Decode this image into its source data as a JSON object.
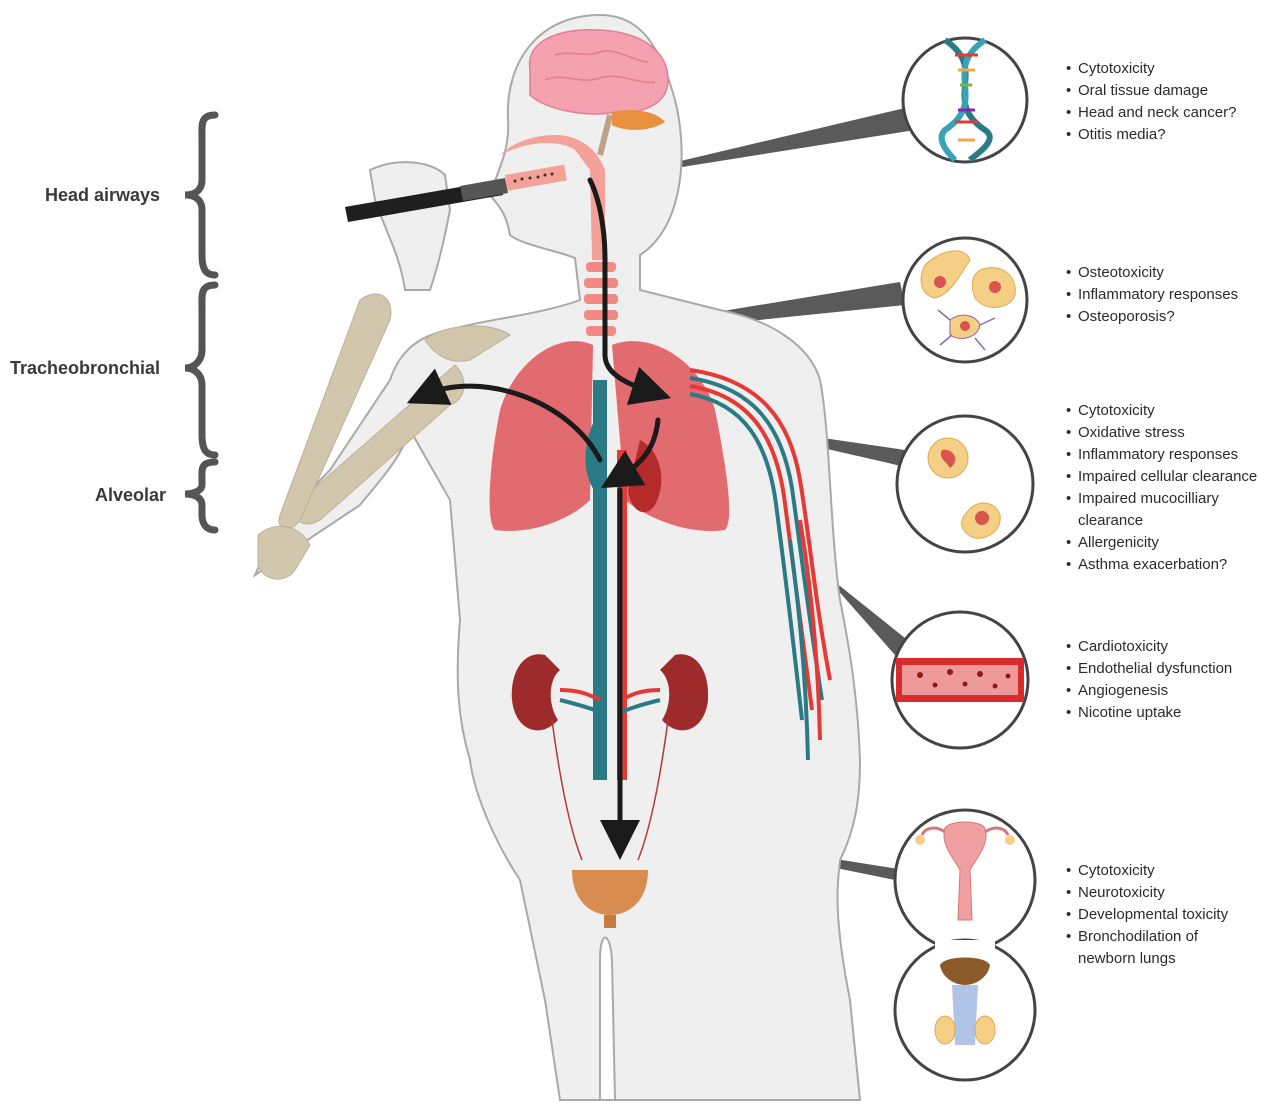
{
  "regions": {
    "head_airways": "Head airways",
    "tracheobronchial": "Tracheobronchial",
    "alveolar": "Alveolar"
  },
  "effects": {
    "oral": [
      "Cytotoxicity",
      "Oral tissue damage",
      "Head and neck cancer?",
      "Otitis media?"
    ],
    "bone": [
      "Osteotoxicity",
      "Inflammatory responses",
      "Osteoporosis?"
    ],
    "lung": [
      "Cytotoxicity",
      "Oxidative stress",
      "Inflammatory responses",
      "Impaired cellular clearance",
      "Impaired mucocilliary",
      "clearance",
      "Allergenicity",
      "Asthma exacerbation?"
    ],
    "vascular": [
      "Cardiotoxicity",
      "Endothelial dysfunction",
      "Angiogenesis",
      "Nicotine uptake"
    ],
    "reproductive": [
      "Cytotoxicity",
      "Neurotoxicity",
      "Developmental toxicity",
      "Bronchodilation of",
      "newborn lungs"
    ]
  },
  "colors": {
    "body_fill": "#efefef",
    "body_outline": "#a9a9a9",
    "lung": "#e26b6f",
    "brain": "#f4a1b0",
    "bone": "#d2c7ad",
    "kidney": "#9e2b2b",
    "vein": "#2a7b86",
    "artery": "#e53935",
    "bladder": "#d98c4f",
    "callout": "#5a5a5a",
    "arrow": "#1a1a1a"
  },
  "icons": [
    "dna-icon",
    "bone-cells-icon",
    "lung-cells-icon",
    "blood-vessel-icon",
    "uterus-icon",
    "male-reproductive-icon",
    "e-cigarette-icon"
  ]
}
